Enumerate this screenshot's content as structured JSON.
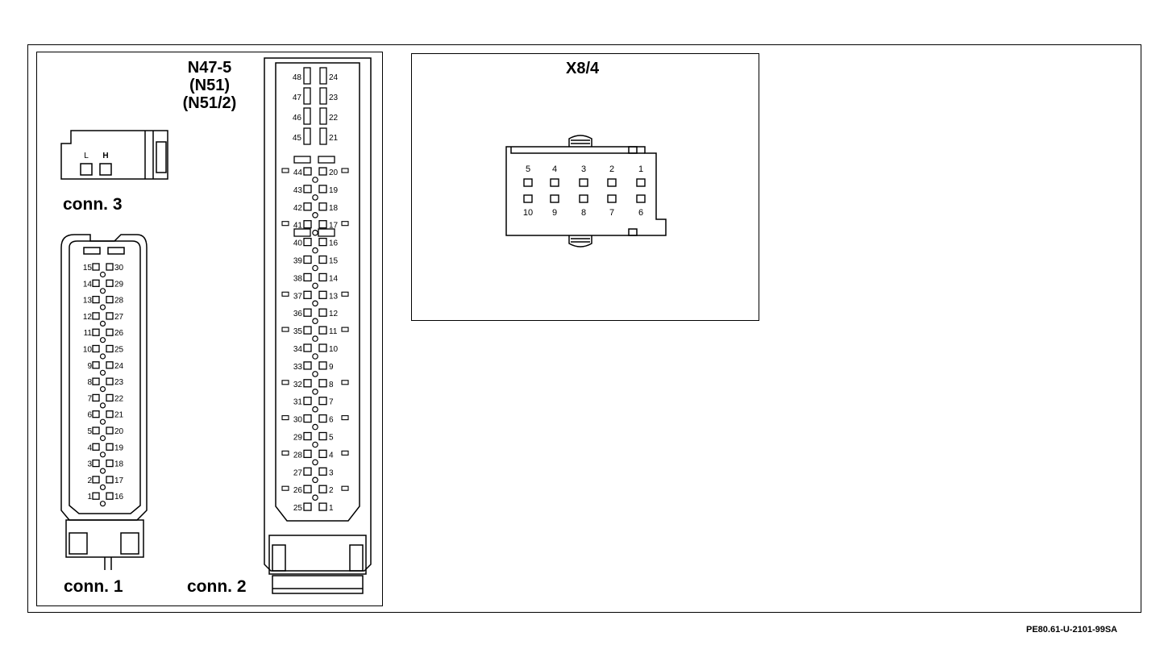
{
  "ecu": {
    "title_lines": [
      "N47-5",
      "(N51)",
      "(N51/2)"
    ]
  },
  "conn3": {
    "label": "conn. 3",
    "pins": [
      "L",
      "H"
    ]
  },
  "conn1": {
    "label": "conn. 1",
    "left_pins": [
      "15",
      "14",
      "13",
      "12",
      "11",
      "10",
      "9",
      "8",
      "7",
      "6",
      "5",
      "4",
      "3",
      "2",
      "1"
    ],
    "right_pins": [
      "30",
      "29",
      "28",
      "27",
      "26",
      "25",
      "24",
      "23",
      "22",
      "21",
      "20",
      "19",
      "18",
      "17",
      "16"
    ]
  },
  "conn2": {
    "label": "conn. 2",
    "top_left_pins": [
      "48",
      "47",
      "46",
      "45"
    ],
    "top_right_pins": [
      "24",
      "23",
      "22",
      "21"
    ],
    "left_pins": [
      "44",
      "43",
      "42",
      "41",
      "40",
      "39",
      "38",
      "37",
      "36",
      "35",
      "34",
      "33",
      "32",
      "31",
      "30",
      "29",
      "28",
      "27",
      "26",
      "25"
    ],
    "right_pins": [
      "20",
      "19",
      "18",
      "17",
      "16",
      "15",
      "14",
      "13",
      "12",
      "11",
      "10",
      "9",
      "8",
      "7",
      "6",
      "5",
      "4",
      "3",
      "2",
      "1"
    ]
  },
  "x84": {
    "title": "X8/4",
    "top_pins": [
      "5",
      "4",
      "3",
      "2",
      "1"
    ],
    "bottom_pins": [
      "10",
      "9",
      "8",
      "7",
      "6"
    ]
  },
  "reference_code": "PE80.61-U-2101-99SA"
}
